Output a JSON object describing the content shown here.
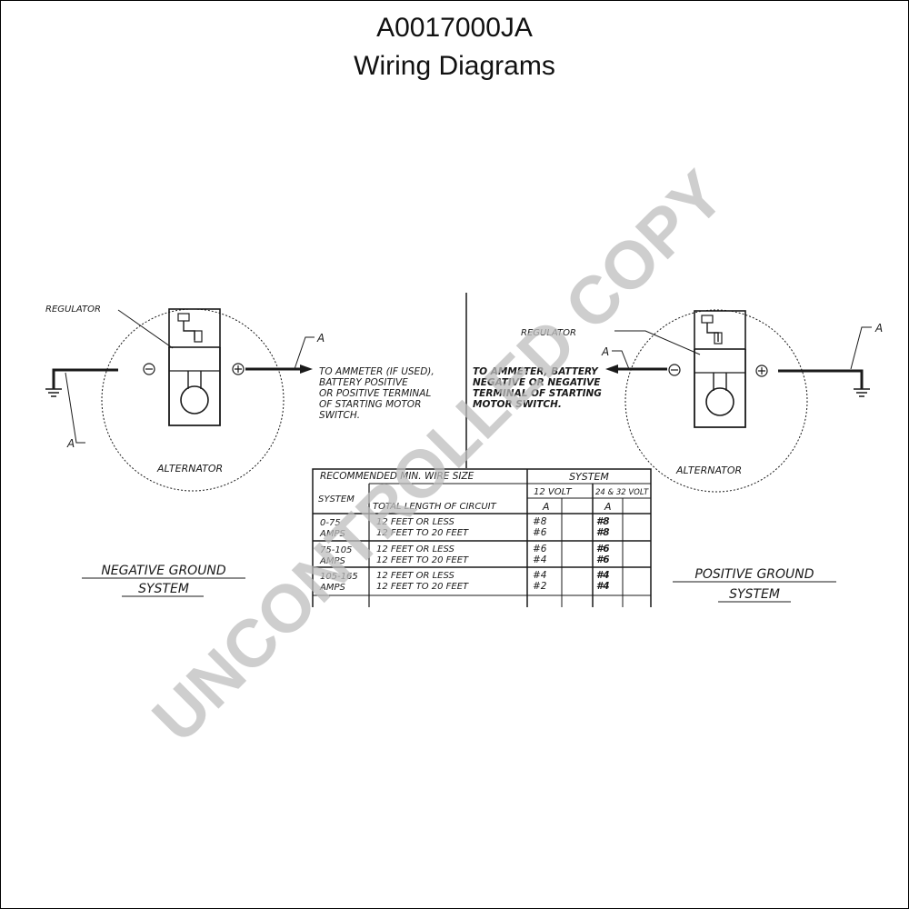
{
  "header": {
    "doc_id": "A0017000JA",
    "title": "Wiring Diagrams"
  },
  "watermark": "UNCONTROLLED COPY",
  "left_diagram": {
    "regulator_label": "REGULATOR",
    "alternator_label": "ALTERNATOR",
    "wire_label_a": "A",
    "caption_line1": "NEGATIVE GROUND",
    "caption_line2": "SYSTEM",
    "note_lines": [
      "TO AMMETER (IF USED),",
      "BATTERY POSITIVE",
      "OR POSITIVE TERMINAL",
      "OF STARTING MOTOR",
      "SWITCH."
    ]
  },
  "right_diagram": {
    "regulator_label": "REGULATOR",
    "alternator_label": "ALTERNATOR",
    "wire_label_a": "A",
    "caption_line1": "POSITIVE GROUND",
    "caption_line2": "SYSTEM",
    "note_lines": [
      "TO AMMETER, BATTERY",
      "NEGATIVE OR NEGATIVE",
      "TERMINAL OF STARTING",
      "MOTOR SWITCH."
    ]
  },
  "wire_table": {
    "title": "RECOMMENDED MIN. WIRE SIZE",
    "system_header": "SYSTEM",
    "col_system": "SYSTEM",
    "col_length": "TOTAL LENGTH OF CIRCUIT",
    "volt12": "12 VOLT",
    "volt24": "24 & 32 VOLT",
    "col_a": "A",
    "groups": [
      {
        "amps": [
          "0-75",
          "AMPS"
        ],
        "rows": [
          {
            "length": "12 FEET OR LESS",
            "v12": "#8",
            "v24": "#8"
          },
          {
            "length": "12 FEET TO 20 FEET",
            "v12": "#6",
            "v24": "#8"
          }
        ]
      },
      {
        "amps": [
          "75-105",
          "AMPS"
        ],
        "rows": [
          {
            "length": "12 FEET OR LESS",
            "v12": "#6",
            "v24": "#6"
          },
          {
            "length": "12 FEET TO 20 FEET",
            "v12": "#4",
            "v24": "#6"
          }
        ]
      },
      {
        "amps": [
          "105-165",
          "AMPS"
        ],
        "rows": [
          {
            "length": "12 FEET OR LESS",
            "v12": "#4",
            "v24": "#4"
          },
          {
            "length": "12 FEET TO 20 FEET",
            "v12": "#2",
            "v24": "#4"
          }
        ]
      }
    ]
  }
}
